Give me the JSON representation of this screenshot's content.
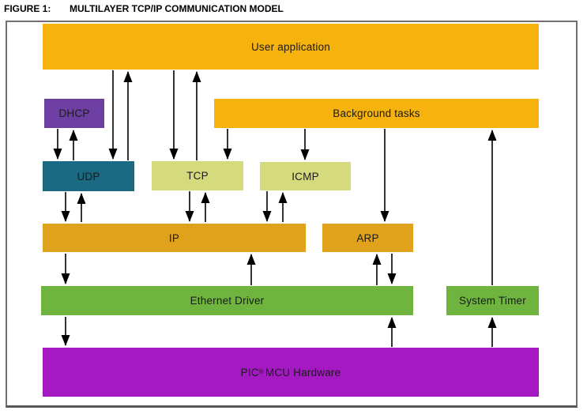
{
  "figure": {
    "label": "FIGURE 1:",
    "title": "MULTILAYER TCP/IP COMMUNICATION MODEL"
  },
  "colors": {
    "application_yellow": "#F6B20D",
    "network_gold": "#E0A21B",
    "dhcp_purple": "#6E3FA3",
    "udp_teal": "#1B6A83",
    "transport_olive": "#D5DA7C",
    "driver_green": "#6EB43F",
    "hardware_magenta": "#A419C1",
    "label_text": "#1B1B1B",
    "frame_border": "#6F6F6F",
    "arrow_black": "#000000"
  },
  "nodes": {
    "user_app": {
      "label": "User application",
      "color": "#F6B20D"
    },
    "dhcp": {
      "label": "DHCP",
      "color": "#6E3FA3"
    },
    "background_tasks": {
      "label": "Background tasks",
      "color": "#F6B20D"
    },
    "udp": {
      "label": "UDP",
      "color": "#1B6A83"
    },
    "tcp": {
      "label": "TCP",
      "color": "#D5DA7C"
    },
    "icmp": {
      "label": "ICMP",
      "color": "#D5DA7C"
    },
    "ip": {
      "label": "IP",
      "color": "#E0A21B"
    },
    "arp": {
      "label": "ARP",
      "color": "#E0A21B"
    },
    "ethernet_driver": {
      "label": "Ethernet Driver",
      "color": "#6EB43F"
    },
    "system_timer": {
      "label": "System Timer",
      "color": "#6EB43F"
    },
    "pic_mcu_hardware": {
      "label_pre": "PIC",
      "sup": "®",
      "label_post": " MCU Hardware",
      "color": "#A419C1"
    }
  },
  "edges": [
    {
      "from": "user_app",
      "to": "udp"
    },
    {
      "from": "udp",
      "to": "user_app"
    },
    {
      "from": "user_app",
      "to": "tcp"
    },
    {
      "from": "tcp",
      "to": "user_app"
    },
    {
      "from": "dhcp",
      "to": "udp"
    },
    {
      "from": "udp",
      "to": "dhcp"
    },
    {
      "from": "background_tasks",
      "to": "tcp"
    },
    {
      "from": "background_tasks",
      "to": "icmp"
    },
    {
      "from": "udp",
      "to": "ip"
    },
    {
      "from": "ip",
      "to": "udp"
    },
    {
      "from": "tcp",
      "to": "ip"
    },
    {
      "from": "ip",
      "to": "tcp"
    },
    {
      "from": "icmp",
      "to": "ip"
    },
    {
      "from": "ip",
      "to": "icmp"
    },
    {
      "from": "background_tasks",
      "to": "arp"
    },
    {
      "from": "ethernet_driver",
      "to": "arp"
    },
    {
      "from": "arp",
      "to": "ethernet_driver"
    },
    {
      "from": "ip",
      "to": "ethernet_driver"
    },
    {
      "from": "ethernet_driver",
      "to": "ip"
    },
    {
      "from": "ethernet_driver",
      "to": "pic_mcu_hardware"
    },
    {
      "from": "pic_mcu_hardware",
      "to": "ethernet_driver"
    },
    {
      "from": "pic_mcu_hardware",
      "to": "system_timer"
    },
    {
      "from": "system_timer",
      "to": "background_tasks"
    }
  ]
}
